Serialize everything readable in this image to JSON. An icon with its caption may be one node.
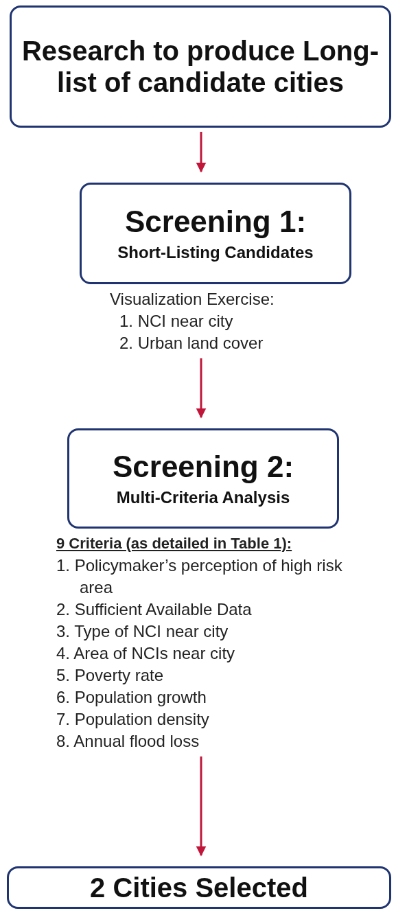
{
  "diagram": {
    "nodes": [
      {
        "text": [
          "Research to produce Long-list of candidate cities"
        ]
      },
      {
        "text": [
          "Screening 1:",
          "Short-Listing Candidates"
        ],
        "beside": [
          "Visualization Exercise:",
          "1. NCI near city",
          "2. Urban land cover"
        ]
      },
      {
        "text": [
          "Screening 2:",
          "Multi-Criteria Analysis"
        ],
        "beside": [
          "9 Criteria (as detailed in Table 1):",
          "1. Policymaker’s perception of high risk area",
          "2. Sufficient Available Data",
          "3. Type of NCI near city",
          "4. Area of NCIs near city",
          "5. Poverty rate",
          "6. Population growth",
          "7. Population density",
          "8. Annual flood loss"
        ]
      },
      {
        "text": [
          "2 Cities Selected"
        ]
      }
    ],
    "edges": [
      {
        "from": 0,
        "to": 1,
        "arrow": "to"
      },
      {
        "from": 1,
        "to": 2,
        "arrow": "to"
      },
      {
        "from": 2,
        "to": 3,
        "arrow": "to"
      }
    ]
  }
}
